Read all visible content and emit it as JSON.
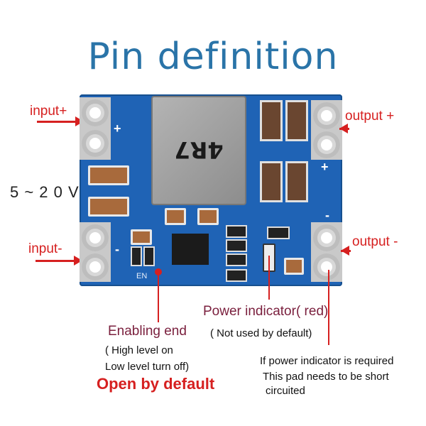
{
  "title": "Pin definition",
  "inductor_marking": "4R7",
  "board_text": {
    "en": "EN",
    "plus": "+",
    "minus": "-"
  },
  "labels": {
    "input_plus": "input+",
    "input_minus": "input-",
    "voltage_range": "5 ~ 2 0 V",
    "output_plus": "output +",
    "output_minus": "output -"
  },
  "annotations": {
    "enabling_end": "Enabling end",
    "high_level_on": "( High level on",
    "low_level_off": "Low level turn off)",
    "open_by_default": "Open by default",
    "power_indicator": "Power indicator( red)",
    "not_used_default": "( Not used by default)",
    "req_line1": "If power indicator is required",
    "req_line2": "This pad needs to be short",
    "req_line3": "circuited"
  },
  "colors": {
    "title": "#2a74a8",
    "label_red": "#d62020",
    "board": "#1f63b5",
    "pad": "#d8d8d8"
  }
}
